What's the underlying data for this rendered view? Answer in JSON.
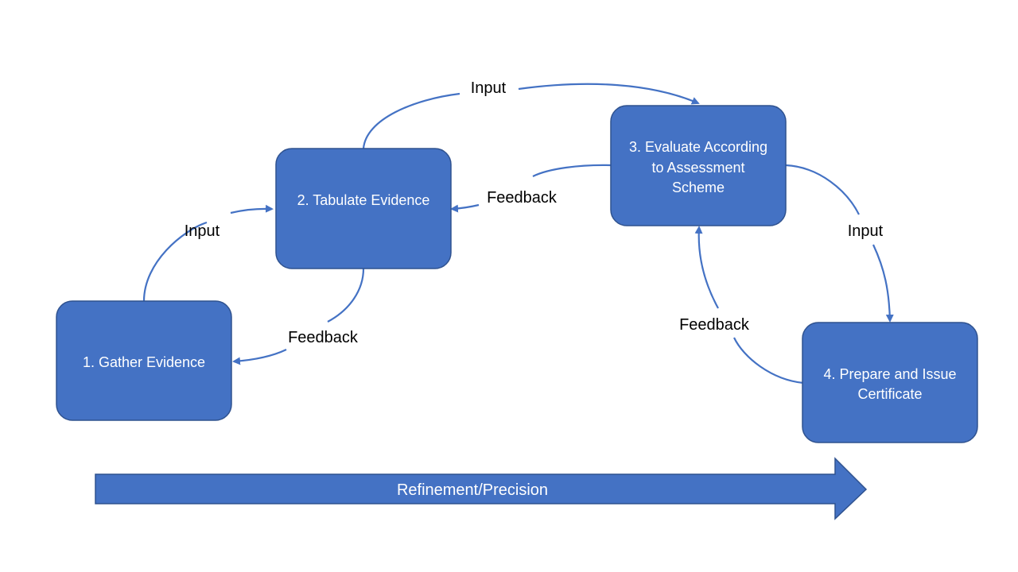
{
  "nodes": {
    "gather": {
      "label": "1. Gather Evidence"
    },
    "tabulate": {
      "label": "2. Tabulate Evidence"
    },
    "evaluate": {
      "lines": [
        "3. Evaluate According",
        "to Assessment",
        "Scheme"
      ]
    },
    "prepare": {
      "lines": [
        "4. Prepare and Issue",
        "Certificate"
      ]
    }
  },
  "edges": {
    "gather_to_tabulate": {
      "label": "Input"
    },
    "tabulate_to_gather": {
      "label": "Feedback"
    },
    "tabulate_to_evaluate": {
      "label": "Input"
    },
    "evaluate_to_tabulate": {
      "label": "Feedback"
    },
    "evaluate_to_prepare": {
      "label": "Input"
    },
    "prepare_to_evaluate": {
      "label": "Feedback"
    }
  },
  "progress_arrow": {
    "label": "Refinement/Precision"
  },
  "colors": {
    "node_fill": "#4472c4",
    "node_border": "#2f528f",
    "edge": "#4472c4",
    "node_text": "#ffffff",
    "label_text": "#000000"
  }
}
